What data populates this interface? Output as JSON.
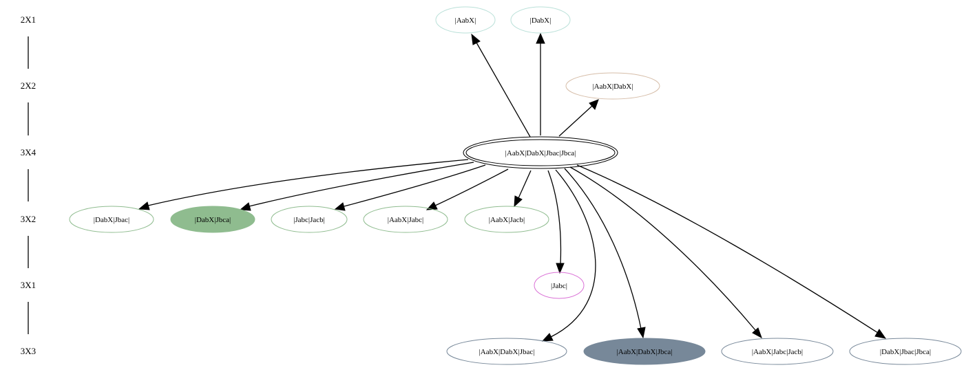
{
  "rank_labels": [
    "2X1",
    "2X2",
    "3X4",
    "3X2",
    "3X1",
    "3X3"
  ],
  "nodes": {
    "n_aabx": {
      "label": "|AabX|",
      "stroke": "#b9e0d8",
      "fill": "none"
    },
    "n_dabx": {
      "label": "|DabX|",
      "stroke": "#b9e0d8",
      "fill": "none"
    },
    "n_aabx_dabx": {
      "label": "|AabX|DabX|",
      "stroke": "#d6bda8",
      "fill": "none"
    },
    "n_root": {
      "label": "|AabX|DabX|Jbac|Jbca|",
      "stroke": "#000000",
      "fill": "none"
    },
    "n_dabx_jbac": {
      "label": "|DabX|Jbac|",
      "stroke": "#8fbc8f",
      "fill": "none"
    },
    "n_dabx_jbca": {
      "label": "|DabX|Jbca|",
      "stroke": "#8fbc8f",
      "fill": "#8fbc8f"
    },
    "n_jabc_jacb": {
      "label": "|Jabc|Jacb|",
      "stroke": "#8fbc8f",
      "fill": "none"
    },
    "n_aabx_jabc": {
      "label": "|AabX|Jabc|",
      "stroke": "#8fbc8f",
      "fill": "none"
    },
    "n_aabx_jacb": {
      "label": "|AabX|Jacb|",
      "stroke": "#8fbc8f",
      "fill": "none"
    },
    "n_jabc": {
      "label": "|Jabc|",
      "stroke": "#da70d6",
      "fill": "none"
    },
    "n_aabx_dabx_jbac": {
      "label": "|AabX|DabX|Jbac|",
      "stroke": "#778899",
      "fill": "none"
    },
    "n_aabx_dabx_jbca": {
      "label": "|AabX|DabX|Jbca|",
      "stroke": "#778899",
      "fill": "#778899"
    },
    "n_aabx_jabc_jacb": {
      "label": "|AabX|Jabc|Jacb|",
      "stroke": "#778899",
      "fill": "none"
    },
    "n_dabx_jbac_jbca": {
      "label": "|DabX|Jbac|Jbca|",
      "stroke": "#778899",
      "fill": "none"
    }
  },
  "edges": [
    [
      "n_root",
      "n_aabx"
    ],
    [
      "n_root",
      "n_dabx"
    ],
    [
      "n_root",
      "n_aabx_dabx"
    ],
    [
      "n_root",
      "n_dabx_jbac"
    ],
    [
      "n_root",
      "n_dabx_jbca"
    ],
    [
      "n_root",
      "n_jabc_jacb"
    ],
    [
      "n_root",
      "n_aabx_jabc"
    ],
    [
      "n_root",
      "n_aabx_jacb"
    ],
    [
      "n_root",
      "n_jabc"
    ],
    [
      "n_root",
      "n_aabx_dabx_jbac"
    ],
    [
      "n_root",
      "n_aabx_dabx_jbca"
    ],
    [
      "n_root",
      "n_aabx_jabc_jacb"
    ],
    [
      "n_root",
      "n_dabx_jbac_jbca"
    ]
  ]
}
